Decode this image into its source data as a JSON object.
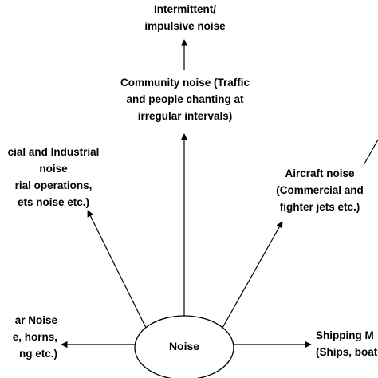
{
  "center": {
    "label": "Noise"
  },
  "nodes": {
    "intermittent": {
      "lines": [
        "Intermittent/",
        "impulsive noise"
      ]
    },
    "community": {
      "lines": [
        "Community noise (Traffic",
        "and people chanting at",
        "irregular intervals)"
      ]
    },
    "commercial": {
      "lines": [
        "cial and Industrial",
        "noise",
        "rial operations,",
        "ets noise etc.)"
      ]
    },
    "aircraft": {
      "lines": [
        "Aircraft noise",
        "(Commercial and",
        "fighter jets etc.)"
      ]
    },
    "vehicular": {
      "lines": [
        "ar Noise",
        "e, horns,",
        "ng etc.)"
      ]
    },
    "shipping": {
      "lines": [
        "Shipping M",
        "(Ships, boat"
      ]
    }
  },
  "colors": {
    "stroke": "#000000",
    "text": "#000000",
    "background": "#ffffff"
  }
}
